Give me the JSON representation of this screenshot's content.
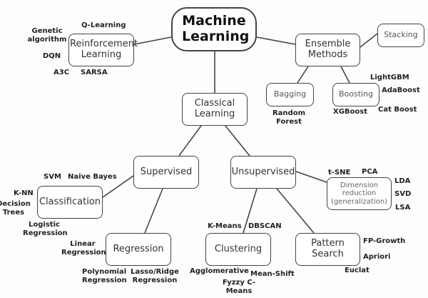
{
  "nodes": {
    "root": "Machine Learning",
    "reinforcement": "Reinforcement Learning",
    "ensemble": "Ensemble Methods",
    "stacking": "Stacking",
    "bagging": "Bagging",
    "boosting": "Boosting",
    "classical": "Classical Learning",
    "supervised": "Supervised",
    "unsupervised": "Unsupervised",
    "dimension": "Dimension reduction (generalization)",
    "classification": "Classification",
    "regression": "Regression",
    "clustering": "Clustering",
    "pattern": "Pattern Search"
  },
  "leaves": {
    "reinforcement": [
      "Genetic algorithm",
      "Q-Learning",
      "DQN",
      "A3C",
      "SARSA"
    ],
    "bagging": [
      "Random Forest"
    ],
    "boosting": [
      "LightGBM",
      "AdaBoost",
      "XGBoost",
      "Cat Boost"
    ],
    "classification": [
      "SVM",
      "Naive Bayes",
      "K-NN",
      "Decision Trees",
      "Logistic Regression"
    ],
    "regression": [
      "Linear Regression",
      "Polynomial Regression",
      "Lasso/Ridge Regression"
    ],
    "dimension": [
      "t-SNE",
      "PCA",
      "LDA",
      "SVD",
      "LSA"
    ],
    "clustering": [
      "K-Means",
      "DBSCAN",
      "Agglomerative",
      "Mean-Shift",
      "Fyzzy C-Means"
    ],
    "pattern": [
      "FP-Growth",
      "Apriori",
      "Euclat"
    ]
  }
}
